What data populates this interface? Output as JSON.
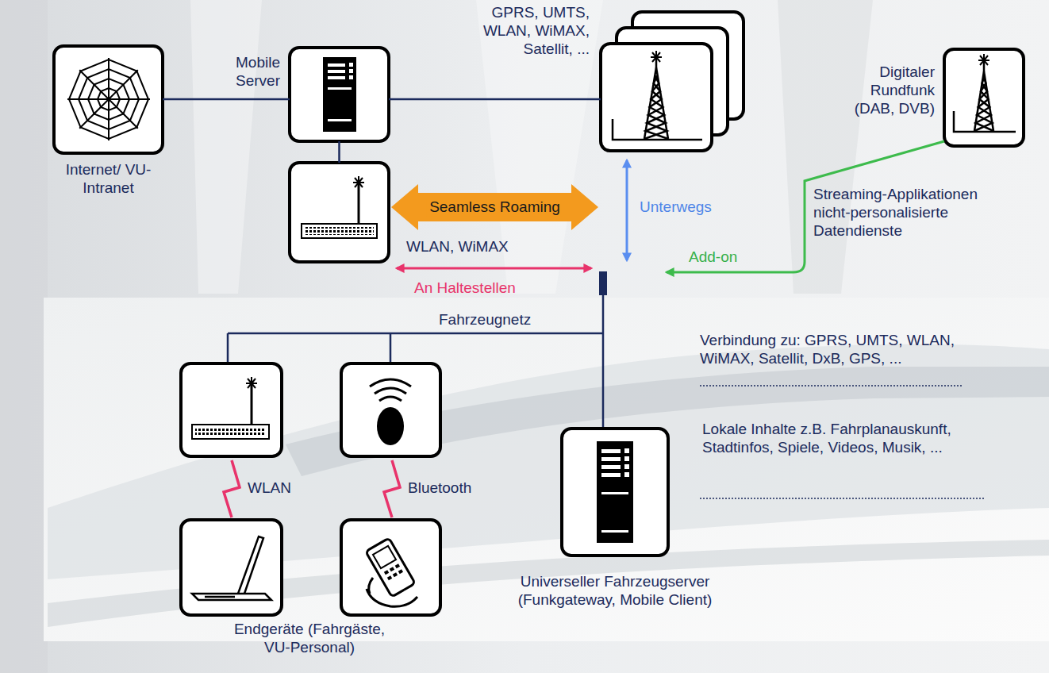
{
  "diagram": {
    "nodes": [
      {
        "text": [
          "Internet/ VU-Intranet"
        ]
      },
      {
        "text": [
          "Mobile Server"
        ]
      },
      {
        "text": [
          "GPRS, UMTS, WLAN, WiMAX, Satellit, ..."
        ]
      },
      {
        "text": [
          "Digitaler Rundfunk (DAB, DVB)"
        ]
      },
      {
        "text": [
          "WLAN, WiMAX"
        ]
      },
      {
        "text": [
          "Universeller Fahrzeugserver (Funkgateway, Mobile Client)"
        ]
      }
    ],
    "edges": [
      {
        "from": 0,
        "to": 1,
        "arrow": "none"
      },
      {
        "from": 1,
        "to": 2,
        "arrow": "none"
      },
      {
        "from": 1,
        "to": 4,
        "arrow": "none"
      },
      {
        "from": 4,
        "to": 2,
        "label": "Seamless Roaming",
        "arrow": "both"
      }
    ],
    "labels": [
      "Unterwegs",
      "An Haltestellen",
      "Add-on",
      "Streaming-Applikationen nicht-personalisierte Datendienste",
      "Fahrzeugnetz",
      "Verbindung zu: GPRS, UMTS, WLAN, WiMAX, Satellit, DxB, GPS, ...",
      "Lokale Inhalte z.B. Fahrplanauskunft, Stadtinfos, Spiele, Videos, Musik, ...",
      "WLAN",
      "Bluetooth",
      "Endgeräte (Fahrgäste, VU-Personal)"
    ]
  }
}
